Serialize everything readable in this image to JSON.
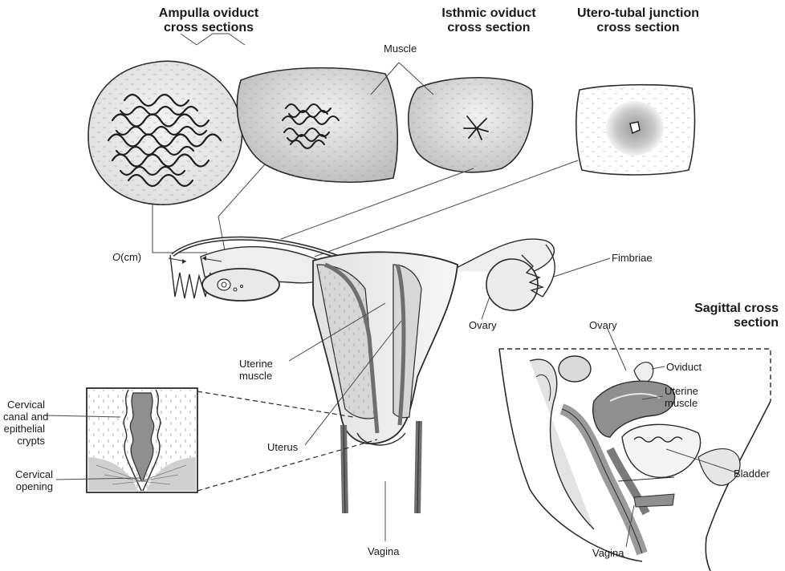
{
  "headings": {
    "ampulla": [
      "Ampulla oviduct",
      "cross sections"
    ],
    "isthmic": [
      "Isthmic oviduct",
      "cross section"
    ],
    "utero_tubal": [
      "Utero-tubal junction",
      "cross section"
    ],
    "sagittal": [
      "Sagittal cross",
      "section"
    ]
  },
  "labels": {
    "muscle": "Muscle",
    "o_italic": "O",
    "o_cm": "(cm)",
    "fimbriae": "Fimbriae",
    "ovary_main": "Ovary",
    "uterine_muscle_main": [
      "Uterine",
      "muscle"
    ],
    "uterus": "Uterus",
    "vagina_main": "Vagina",
    "cervical_canal": [
      "Cervical",
      "canal and",
      "epithelial",
      "crypts"
    ],
    "cervical_opening": [
      "Cervical",
      "opening"
    ],
    "ovary_sag": "Ovary",
    "oviduct_sag": "Oviduct",
    "uterine_muscle_sag": [
      "Uterine",
      "muscle"
    ],
    "bladder": "Bladder",
    "vagina_sag": "Vagina"
  },
  "colors": {
    "outline": "#2b2b2b",
    "tissue_light": "#ececec",
    "tissue_mid": "#cfcfcf",
    "tissue_dark": "#8f8f8f",
    "muscle_band": "#7a7a7a"
  }
}
